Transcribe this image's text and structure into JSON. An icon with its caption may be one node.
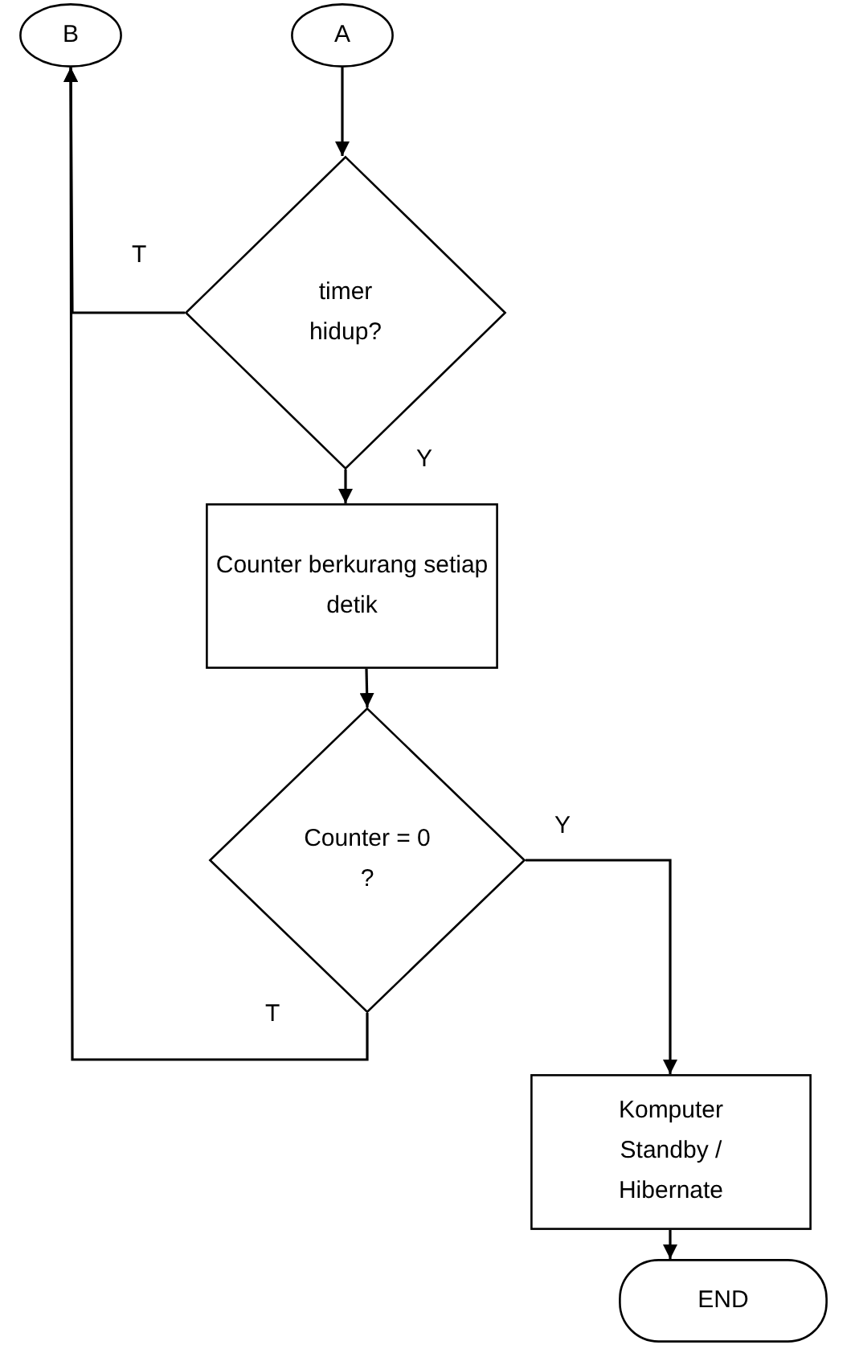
{
  "diagram": {
    "nodes": [
      {
        "text": [
          "B"
        ]
      },
      {
        "text": [
          "A"
        ]
      },
      {
        "text": [
          "timer hidup?"
        ]
      },
      {
        "text": [
          "Counter berkurang setiap detik"
        ]
      },
      {
        "text": [
          "Counter = 0 ?"
        ]
      },
      {
        "text": [
          "Komputer Standby / Hibernate"
        ]
      },
      {
        "text": [
          "END"
        ]
      }
    ],
    "edges": [
      {
        "from": 1,
        "to": 2,
        "arrow": "to"
      },
      {
        "from": 2,
        "to": 0,
        "arrow": "to",
        "label": "T"
      },
      {
        "from": 2,
        "to": 3,
        "arrow": "to",
        "label": "Y"
      },
      {
        "from": 3,
        "to": 4,
        "arrow": "to"
      },
      {
        "from": 4,
        "to": 5,
        "arrow": "to",
        "label": "Y"
      },
      {
        "from": 4,
        "to": 0,
        "arrow": "to",
        "label": "T"
      },
      {
        "from": 5,
        "to": 6,
        "arrow": "to"
      }
    ]
  }
}
